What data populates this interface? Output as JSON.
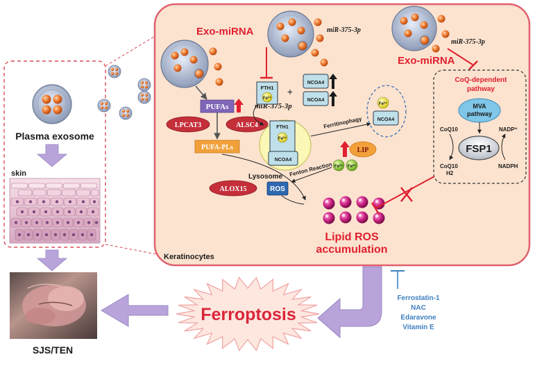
{
  "left_panel": {
    "exosome_label": "Plasma exosome",
    "skin_label": "skin",
    "outcome_label": "SJS/TEN"
  },
  "cell": {
    "keratinocytes_label": "Keratinocytes",
    "exo_mirna_1": "Exo-miRNA",
    "exo_mirna_2": "Exo-miRNA",
    "mir_1": "miR-375-3p",
    "mir_2": "miR-375-3p",
    "mir_3": "miR-375-3p",
    "pufas": "PUFAs",
    "lpcat3": "LPCAT3",
    "alsc4": "ALSC4",
    "pufa_pls": "PUFA-PLs",
    "alox15": "ALOX15",
    "ros": "ROS",
    "lipid_ros_line1": "Lipid ROS",
    "lipid_ros_line2": "accumulation",
    "fth1": "FTH1",
    "fe3": "Fe³⁺",
    "ncoa4": "NCOA4",
    "plus": "+",
    "lysosome": "Lysosome",
    "ferritinophagy": "Ferritinophagy",
    "fenton": "Fenton Reaction",
    "lip": "LIP",
    "fe2": "Fe²⁺"
  },
  "coq_pathway": {
    "title_line1": "CoQ-dependent",
    "title_line2": "pathway",
    "mva_line1": "MVA",
    "mva_line2": "pathway",
    "coq10": "CoQ10",
    "nadp": "NADP⁺",
    "fsp1": "FSP1",
    "coq10h2_line1": "CoQ10",
    "coq10h2_line2": "H2",
    "nadph": "NADPH"
  },
  "bottom": {
    "ferroptosis": "Ferroptosis",
    "inhibitors": [
      "Ferrostatin-1",
      "NAC",
      "Edaravone",
      "Vitamin E"
    ]
  },
  "colors": {
    "cell_border": "#e0606e",
    "cell_fill": "#fce3cf",
    "exo_red": "#e02030",
    "purple_arrow": "#b8a4da",
    "inhibitor_blue": "#3f7fc0",
    "ferroptosis_red": "#d9263a"
  }
}
